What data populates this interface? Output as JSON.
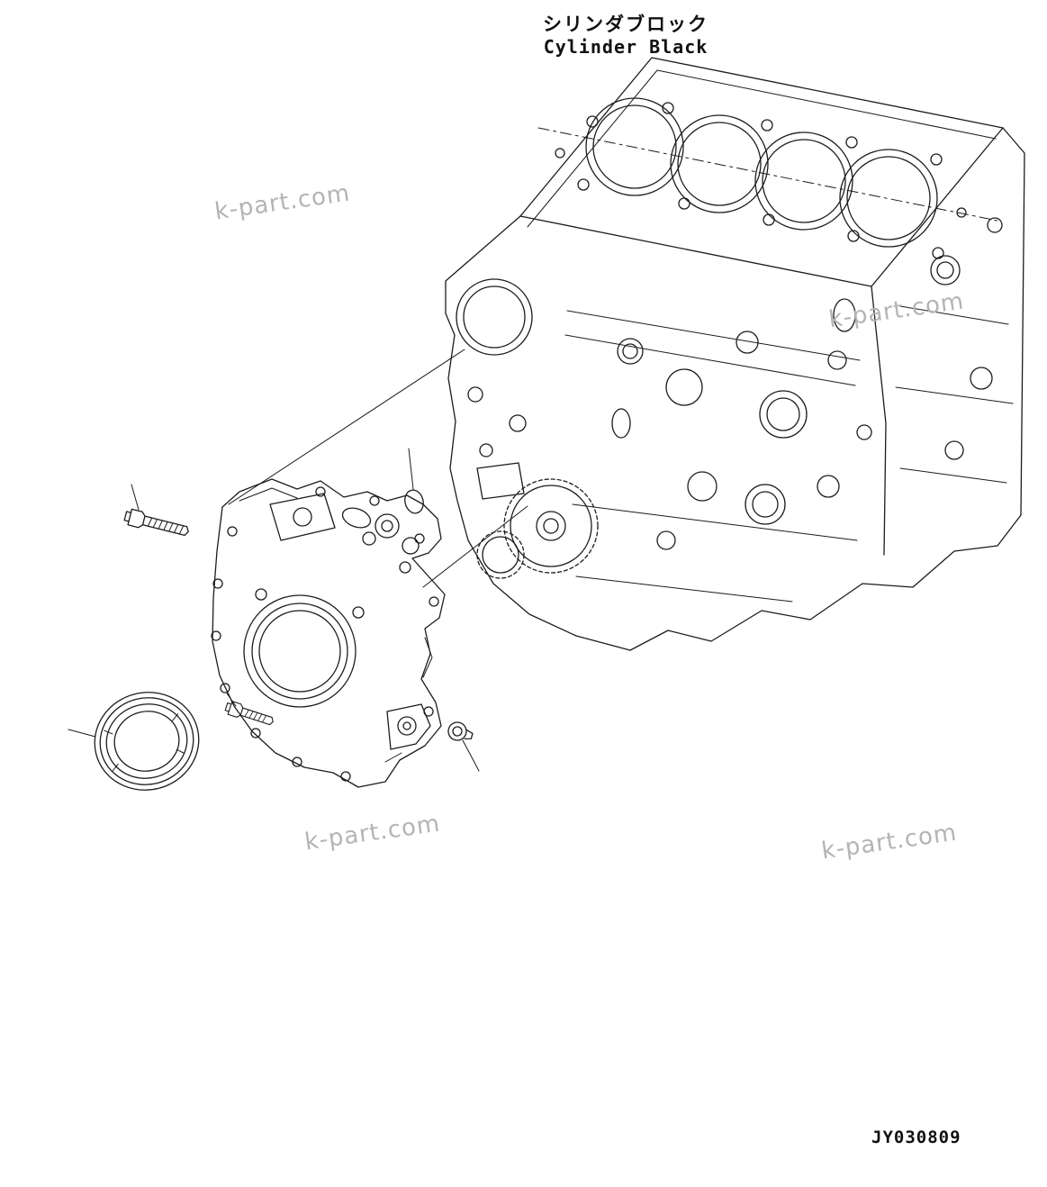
{
  "page": {
    "title_ja": "シリンダブロック",
    "title_en": "Cylinder Black",
    "watermark": "k-part.com",
    "drawing_number": "JY030809"
  },
  "figure": {
    "kind": "exploded-parts-line-drawing",
    "components": [
      "cylinder-block",
      "front-cover-housing",
      "crankshaft-front-oil-seal",
      "flange-bolt",
      "small-flange-bolt",
      "plug",
      "o-ring"
    ]
  }
}
